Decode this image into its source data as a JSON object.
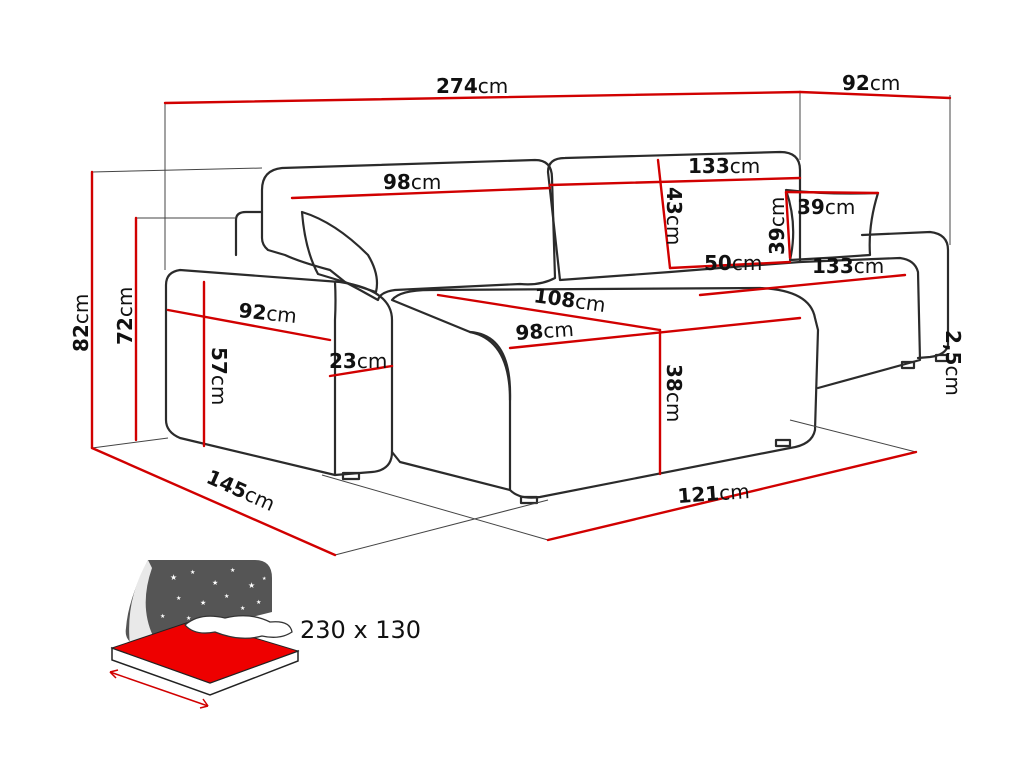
{
  "unit": "cm",
  "colors": {
    "accent": "#d10000",
    "outline": "#2b2b2b",
    "mattress": "#ee0000",
    "night": "#555555"
  },
  "dimensions": {
    "total_width": "274",
    "depth_right": "92",
    "back_width": "98",
    "back_right_width": "133",
    "back_height": "43",
    "pillow_width": "39",
    "pillow_height": "39",
    "chaise_inner": "50",
    "right_seat_width": "133",
    "chaise_length": "108",
    "seat_width": "98",
    "armrest_depth": "92",
    "armrest_height": "57",
    "armrest_width": "23",
    "seat_height": "38",
    "leg_height": "2,5",
    "total_height": "82",
    "arm_height": "72",
    "depth_left": "145",
    "chaise_width": "121"
  },
  "bed": {
    "size_label": "230 x 130",
    "icon": "bed-function-icon"
  }
}
